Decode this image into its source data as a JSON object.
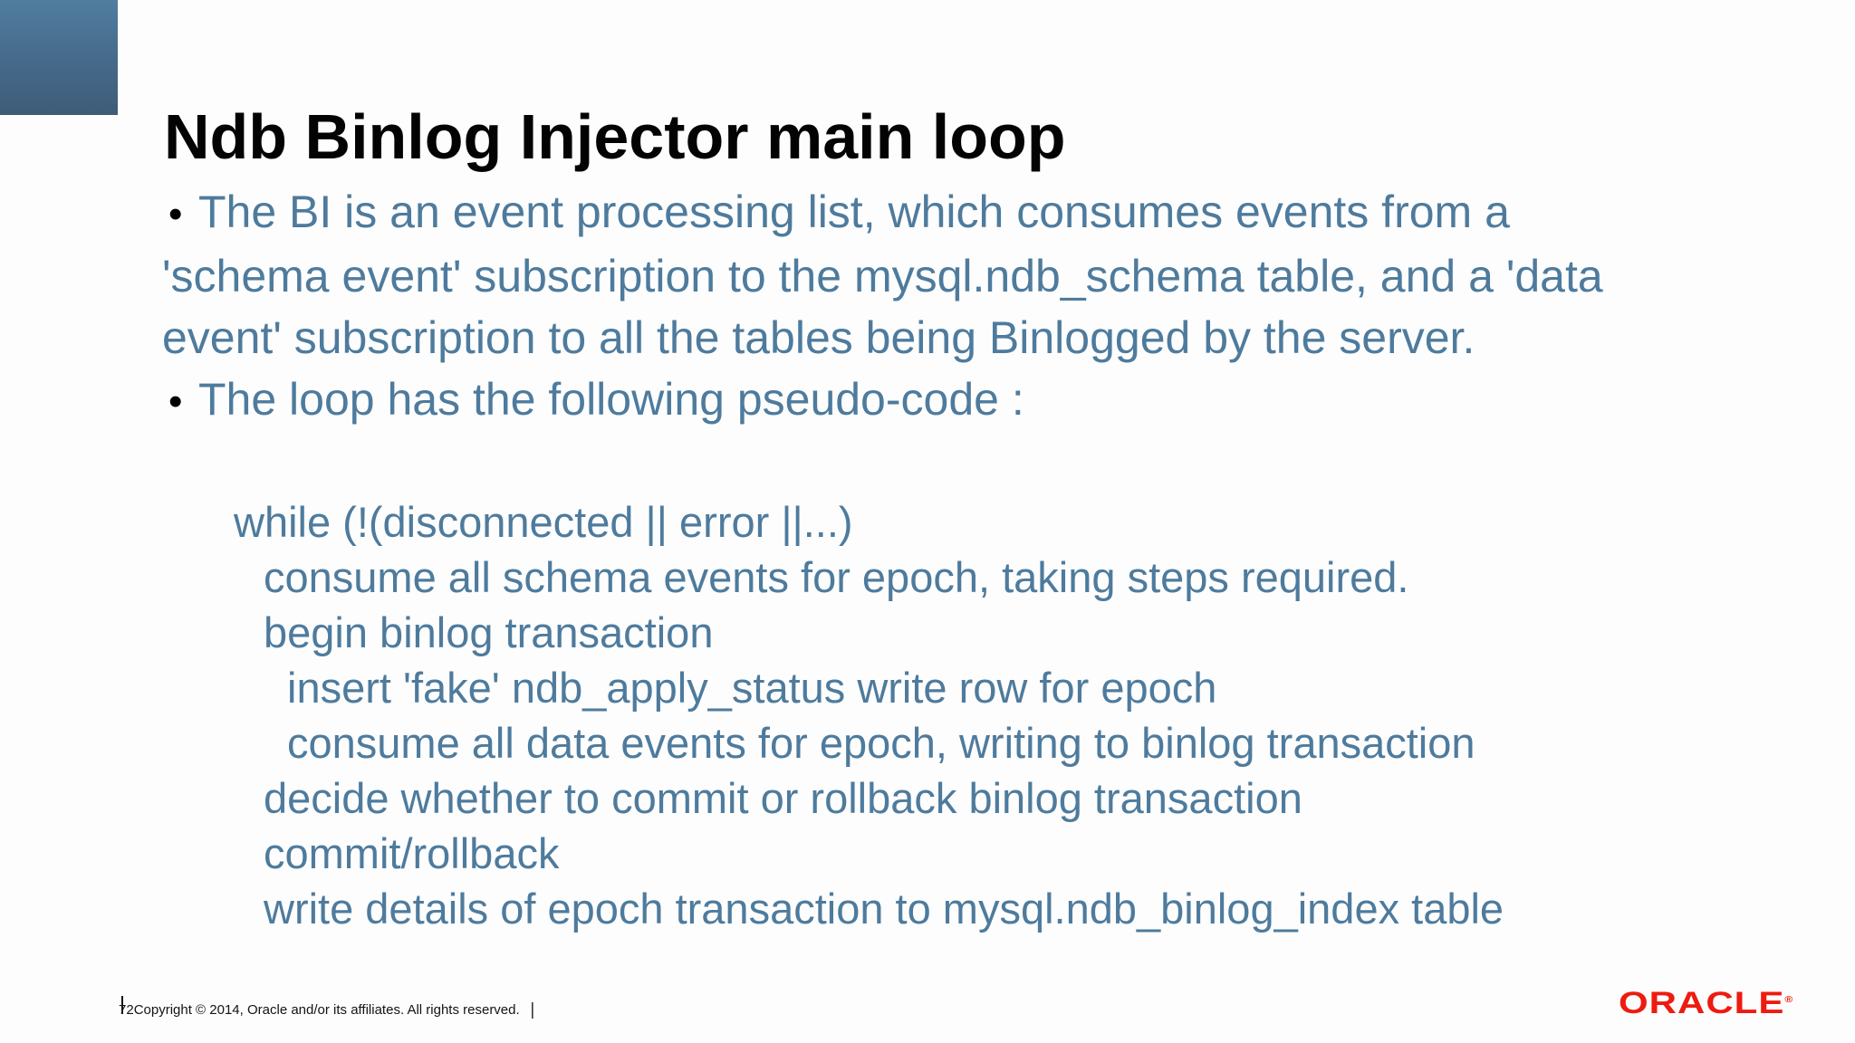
{
  "slide": {
    "title": "Ndb Binlog Injector main loop",
    "bullet_char": "•",
    "bullets": {
      "b1": {
        "line1": "The BI is an event processing list, which consumes events from a",
        "line2": "'schema event' subscription to the mysql.ndb_schema table, and a 'data",
        "line3": "event' subscription to all the tables being Binlogged by the server."
      },
      "b2": {
        "line1": "The loop has the following pseudo-code :"
      }
    },
    "pseudo_code": {
      "lines": [
        "while (!(disconnected || error ||...)",
        "consume all schema events for epoch, taking steps required.",
        "begin binlog transaction",
        "insert 'fake' ndb_apply_status write row for epoch",
        "consume all data events for epoch, writing to binlog transaction",
        "decide whether to commit or rollback binlog transaction",
        "commit/rollback",
        "write details of epoch transaction to mysql.ndb_binlog_index table"
      ]
    },
    "footer": {
      "page_number": "72",
      "copyright": "Copyright © 2014, Oracle and/or its affiliates. All rights reserved.",
      "separator": "|"
    },
    "logo": {
      "text": "ORACLE",
      "registered_mark": "®"
    },
    "colors": {
      "body_text_blue": "#4e7b9d",
      "title_black": "#030303",
      "accent_square_top": "#507d9e",
      "accent_square_bottom": "#3e5c77",
      "oracle_red": "#ee1b10"
    }
  }
}
